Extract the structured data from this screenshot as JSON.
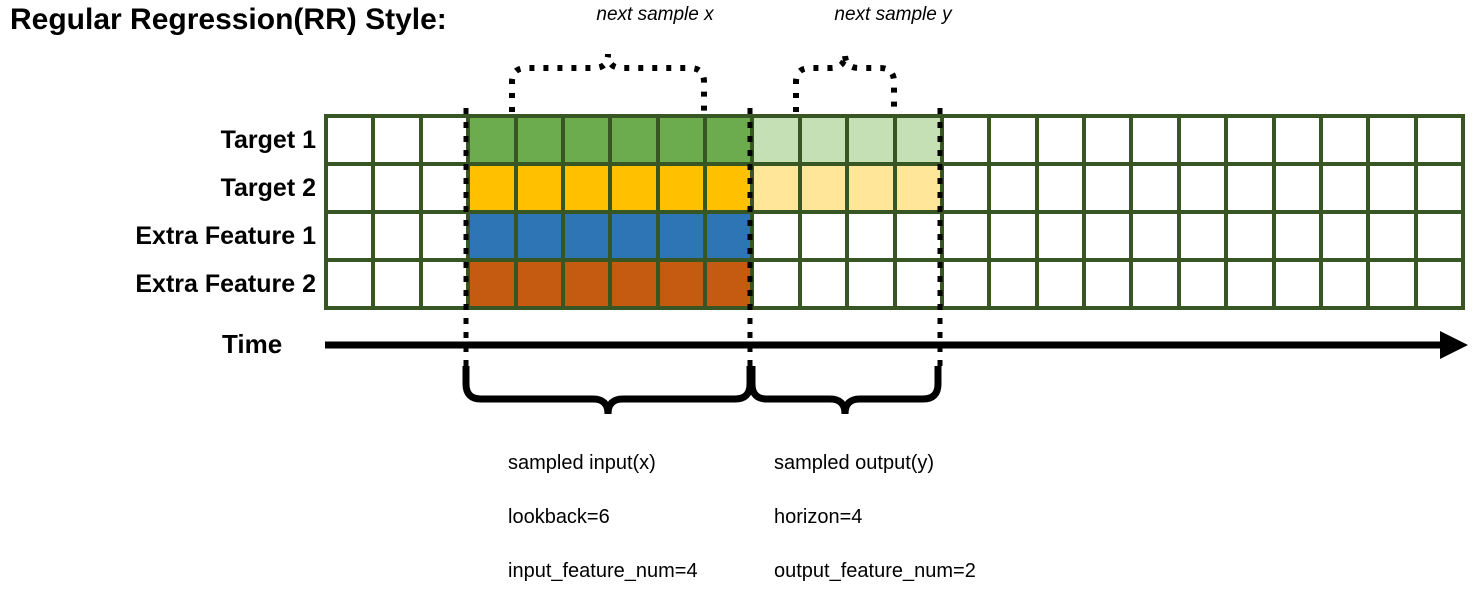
{
  "title": "Regular Regression(RR) Style:",
  "annotations": {
    "next_sample_x": "next sample x",
    "next_sample_y": "next sample y"
  },
  "row_labels": [
    "Target 1",
    "Target 2",
    "Extra Feature 1",
    "Extra Feature 2"
  ],
  "time_axis_label": "Time",
  "colors": {
    "grid_border": "#375623",
    "empty": "#ffffff",
    "target1_input": "#6DAC4E",
    "target1_output": "#C5E0B4",
    "target2_input": "#FFC000",
    "target2_output": "#FFE699",
    "extra_feature1": "#2E75B6",
    "extra_feature2": "#C55A11",
    "line": "#000000"
  },
  "grid": {
    "columns": 24,
    "rows": 4,
    "lead_empty_columns": 3,
    "input_start_column": 4,
    "input_columns": 6,
    "output_start_column": 10,
    "output_columns": 4,
    "trailing_empty_columns": 11,
    "row_fill": [
      [
        "empty",
        "empty",
        "empty",
        "target1_input",
        "target1_input",
        "target1_input",
        "target1_input",
        "target1_input",
        "target1_input",
        "target1_output",
        "target1_output",
        "target1_output",
        "target1_output",
        "empty",
        "empty",
        "empty",
        "empty",
        "empty",
        "empty",
        "empty",
        "empty",
        "empty",
        "empty",
        "empty"
      ],
      [
        "empty",
        "empty",
        "empty",
        "target2_input",
        "target2_input",
        "target2_input",
        "target2_input",
        "target2_input",
        "target2_input",
        "target2_output",
        "target2_output",
        "target2_output",
        "target2_output",
        "empty",
        "empty",
        "empty",
        "empty",
        "empty",
        "empty",
        "empty",
        "empty",
        "empty",
        "empty",
        "empty"
      ],
      [
        "empty",
        "empty",
        "empty",
        "extra_feature1",
        "extra_feature1",
        "extra_feature1",
        "extra_feature1",
        "extra_feature1",
        "extra_feature1",
        "empty",
        "empty",
        "empty",
        "empty",
        "empty",
        "empty",
        "empty",
        "empty",
        "empty",
        "empty",
        "empty",
        "empty",
        "empty",
        "empty",
        "empty"
      ],
      [
        "empty",
        "empty",
        "empty",
        "extra_feature2",
        "extra_feature2",
        "extra_feature2",
        "extra_feature2",
        "extra_feature2",
        "extra_feature2",
        "empty",
        "empty",
        "empty",
        "empty",
        "empty",
        "empty",
        "empty",
        "empty",
        "empty",
        "empty",
        "empty",
        "empty",
        "empty",
        "empty",
        "empty"
      ]
    ]
  },
  "captions": {
    "input": {
      "line1": "sampled input(x)",
      "line2": "lookback=6",
      "line3": "input_feature_num=4"
    },
    "output": {
      "line1": "sampled output(y)",
      "line2": "horizon=4",
      "line3": "output_feature_num=2"
    }
  },
  "chart_data": {
    "type": "heatmap",
    "title": "Regular Regression(RR) Style:",
    "categories": [
      "Target 1",
      "Target 2",
      "Extra Feature 1",
      "Extra Feature 2"
    ],
    "x": "time steps (24 columns)",
    "xlabel": "Time",
    "ylabel": "",
    "grid": true,
    "legend": "none",
    "annotations": [
      "next sample x",
      "next sample y",
      "sampled input(x) lookback=6 input_feature_num=4",
      "sampled output(y) horizon=4 output_feature_num=2"
    ],
    "series": [
      {
        "name": "Target 1",
        "values": [
          0,
          0,
          0,
          1,
          1,
          1,
          1,
          1,
          1,
          2,
          2,
          2,
          2,
          0,
          0,
          0,
          0,
          0,
          0,
          0,
          0,
          0,
          0,
          0
        ]
      },
      {
        "name": "Target 2",
        "values": [
          0,
          0,
          0,
          1,
          1,
          1,
          1,
          1,
          1,
          2,
          2,
          2,
          2,
          0,
          0,
          0,
          0,
          0,
          0,
          0,
          0,
          0,
          0,
          0
        ]
      },
      {
        "name": "Extra Feature 1",
        "values": [
          0,
          0,
          0,
          1,
          1,
          1,
          1,
          1,
          1,
          0,
          0,
          0,
          0,
          0,
          0,
          0,
          0,
          0,
          0,
          0,
          0,
          0,
          0,
          0
        ]
      },
      {
        "name": "Extra Feature 2",
        "values": [
          0,
          0,
          0,
          1,
          1,
          1,
          1,
          1,
          1,
          0,
          0,
          0,
          0,
          0,
          0,
          0,
          0,
          0,
          0,
          0,
          0,
          0,
          0,
          0
        ]
      }
    ],
    "value_key": {
      "0": "empty",
      "1": "input (dark)",
      "2": "output (light)"
    }
  }
}
